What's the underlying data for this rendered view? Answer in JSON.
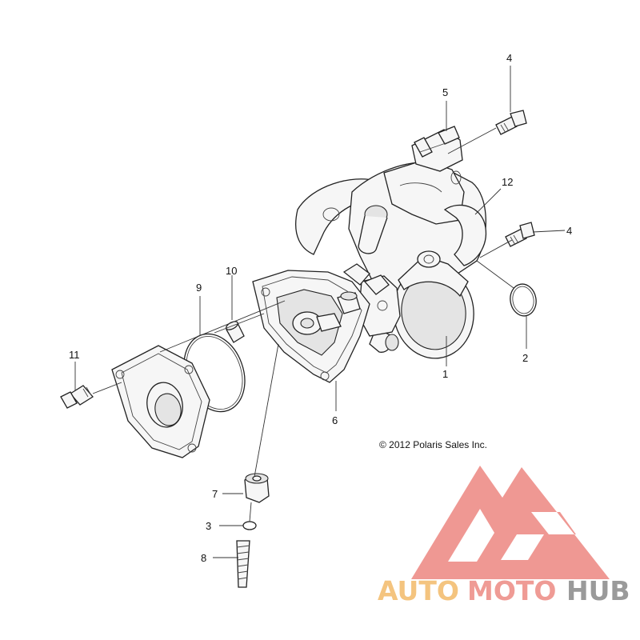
{
  "diagram": {
    "copyright": "© 2012 Polaris Sales Inc.",
    "callouts": {
      "c1": "1",
      "c2": "2",
      "c3": "3",
      "c4a": "4",
      "c4b": "4",
      "c5": "5",
      "c6": "6",
      "c7": "7",
      "c8": "8",
      "c9": "9",
      "c10": "10",
      "c11": "11",
      "c12": "12"
    }
  },
  "watermark": {
    "part1": "AUTO",
    "part2": "MOTO",
    "part3": "HUB",
    "colors": {
      "logo": "#ee8f8a",
      "auto": "#f4c47f",
      "moto": "#ef9b95",
      "hub": "#9a9a9a"
    }
  }
}
